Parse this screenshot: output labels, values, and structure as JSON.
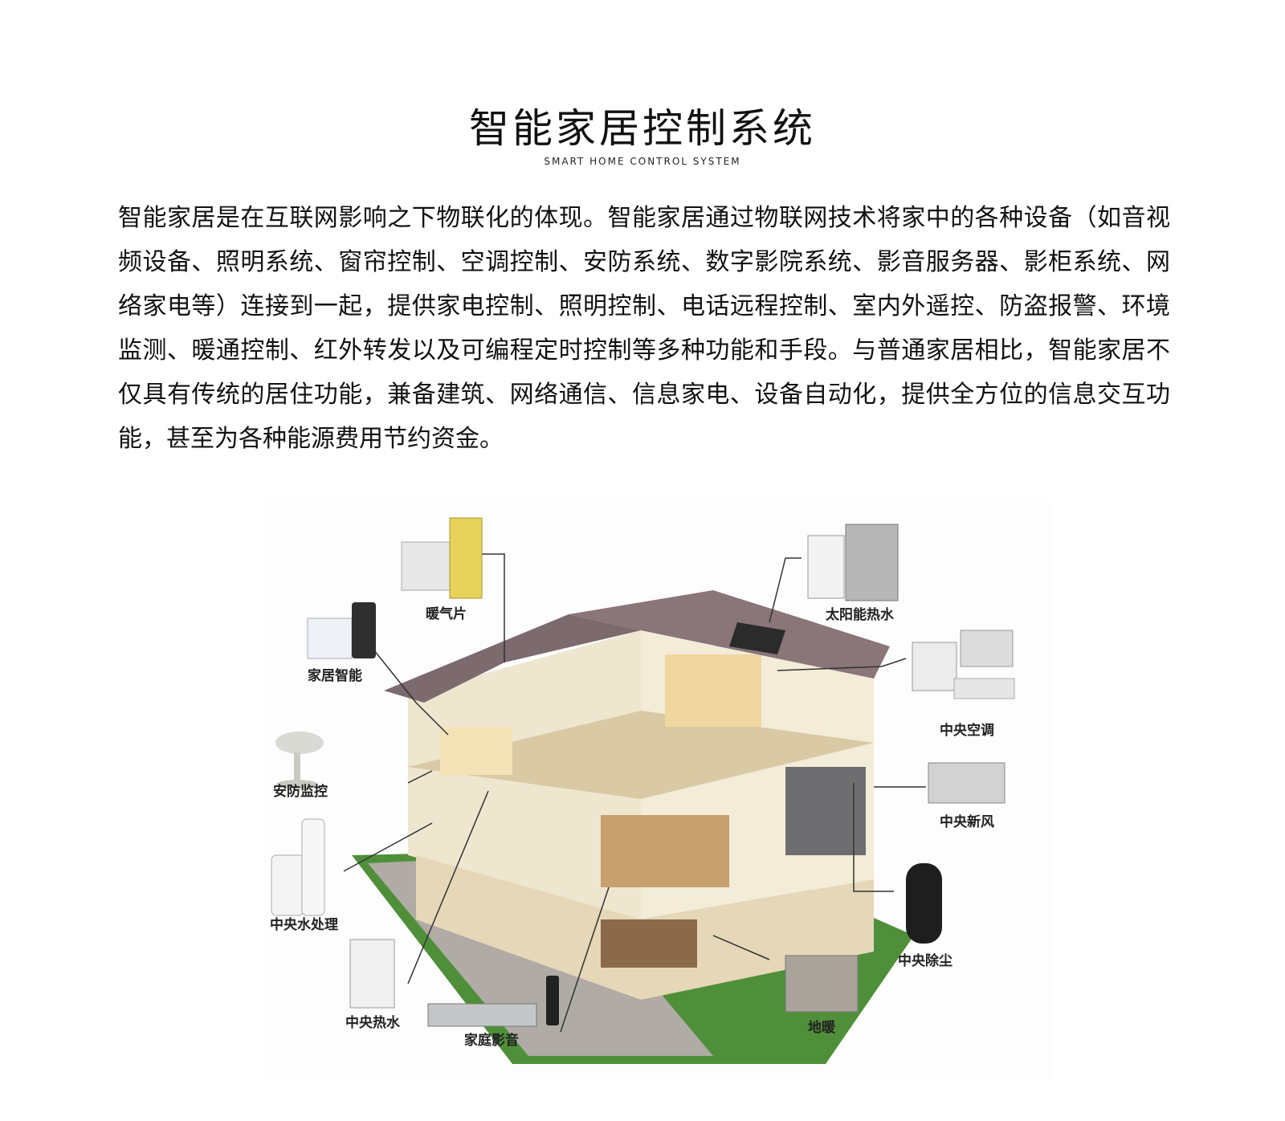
{
  "header": {
    "title": "智能家居控制系统",
    "subtitle": "SMART HOME CONTROL SYSTEM"
  },
  "description": "智能家居是在互联网影响之下物联化的体现。智能家居通过物联网技术将家中的各种设备（如音视频设备、照明系统、窗帘控制、空调控制、安防系统、数字影院系统、影音服务器、影柜系统、网络家电等）连接到一起，提供家电控制、照明控制、电话远程控制、室内外遥控、防盗报警、环境监测、暖通控制、红外转发以及可编程定时控制等多种功能和手段。与普通家居相比，智能家居不仅具有传统的居住功能，兼备建筑、网络通信、信息家电、设备自动化，提供全方位的信息交互功能，甚至为各种能源费用节约资金。",
  "diagram": {
    "labels": {
      "radiator": "暖气片",
      "solar_water": "太阳能热水",
      "home_smart": "家居智能",
      "central_ac": "中央空调",
      "security": "安防监控",
      "fresh_air": "中央新风",
      "water_treatment": "中央水处理",
      "dust_removal": "中央除尘",
      "hot_water": "中央热水",
      "home_theater": "家庭影音",
      "floor_heating": "地暖"
    }
  }
}
